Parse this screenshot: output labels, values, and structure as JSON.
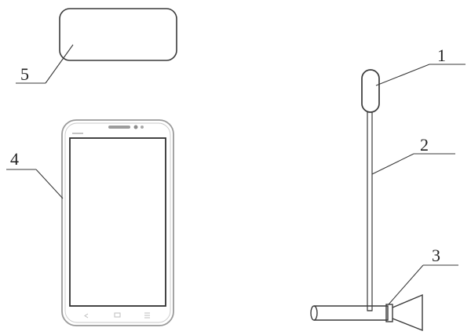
{
  "figure": {
    "labels": {
      "one": "1",
      "two": "2",
      "three": "3",
      "four": "4",
      "five": "5"
    },
    "colors": {
      "line": "#3a3a3a",
      "phone_outline": "#9a9a9a",
      "phone_fill": "#f7f7f7",
      "background": "#ffffff"
    }
  }
}
